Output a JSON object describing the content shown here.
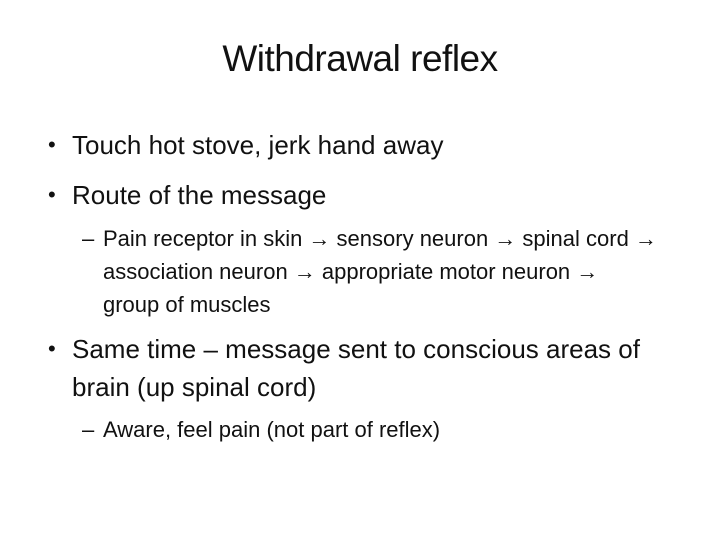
{
  "slide": {
    "title": "Withdrawal reflex",
    "colors": {
      "background": "#ffffff",
      "text": "#111111"
    },
    "bullets": [
      {
        "level": 1,
        "marker": "•",
        "text": "Touch hot stove, jerk hand away"
      },
      {
        "level": 1,
        "marker": "•",
        "text": "Route of the message"
      },
      {
        "level": 2,
        "marker": "–",
        "text": "Pain receptor in skin → sensory neuron → spinal cord → association neuron → appropriate motor neuron → group of muscles"
      },
      {
        "level": 1,
        "marker": "•",
        "text": "Same time – message sent to conscious areas of brain (up spinal cord)"
      },
      {
        "level": 2,
        "marker": "–",
        "text": "Aware, feel pain (not part of reflex)"
      }
    ]
  }
}
